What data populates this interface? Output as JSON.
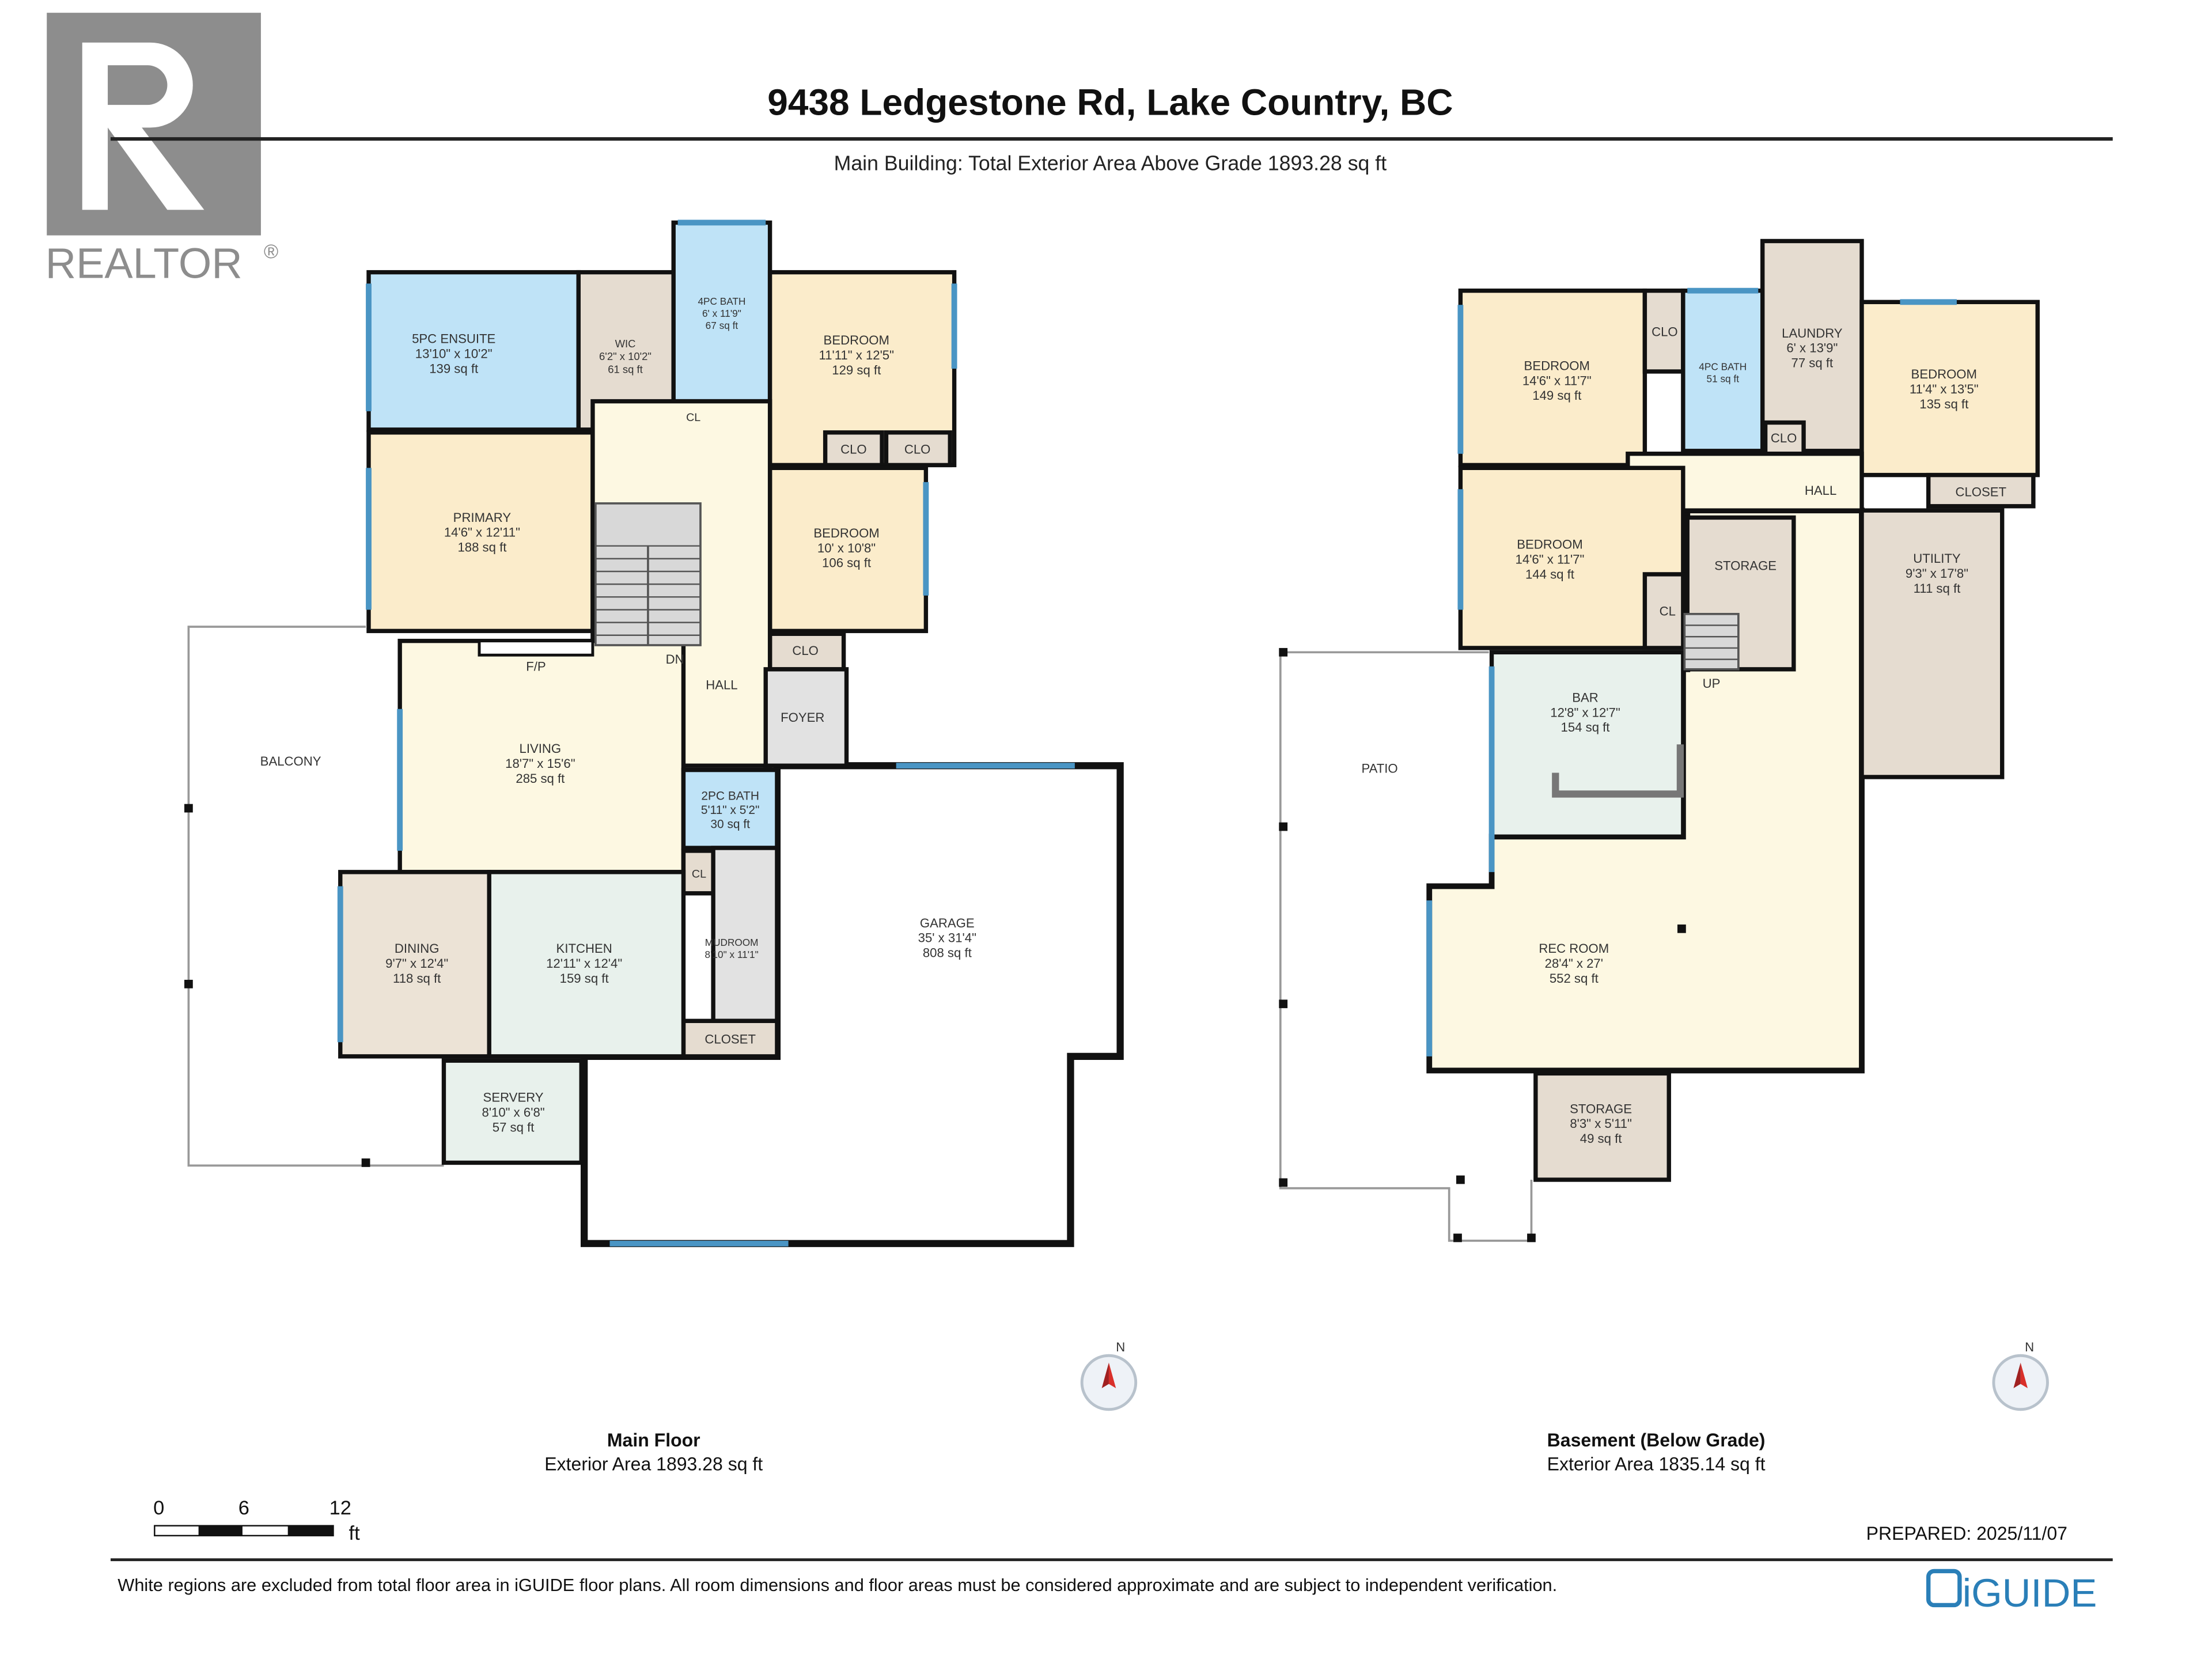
{
  "header": {
    "title": "9438 Ledgestone Rd, Lake Country, BC",
    "subtitle": "Main Building: Total Exterior Area Above Grade 1893.28 sq ft"
  },
  "logo": {
    "text": "REALTOR",
    "mark": "®"
  },
  "colors": {
    "wall": "#111111",
    "window": "#4a95c4",
    "bath": "#bfe3f7",
    "bedroom": "#fbeccb",
    "closet": "#e5dcd0",
    "hall": "#fdf8e2",
    "kitchen": "#e8f1ec",
    "foyer": "#e2e2e2",
    "dining": "#ece3d6",
    "title_rule": "#222222",
    "compass_needle": "#d9302a",
    "brand": "#2a7fb8"
  },
  "main_floor": {
    "label": "Main Floor",
    "area": "Exterior Area 1893.28 sq ft",
    "rooms": [
      {
        "name": "5PC ENSUITE",
        "dims": "13'10\" x 10'2\"",
        "area": "139 sq ft"
      },
      {
        "name": "WIC",
        "dims": "6'2\" x 10'2\"",
        "area": "61 sq ft"
      },
      {
        "name": "4PC BATH",
        "dims": "6' x 11'9\"",
        "area": "67 sq ft"
      },
      {
        "name": "BEDROOM",
        "dims": "11'11\" x 12'5\"",
        "area": "129 sq ft"
      },
      {
        "name": "CLO",
        "dims": "",
        "area": ""
      },
      {
        "name": "CLO",
        "dims": "",
        "area": ""
      },
      {
        "name": "CL",
        "dims": "",
        "area": ""
      },
      {
        "name": "PRIMARY",
        "dims": "14'6\" x 12'11\"",
        "area": "188 sq ft"
      },
      {
        "name": "BEDROOM",
        "dims": "10' x 10'8\"",
        "area": "106 sq ft"
      },
      {
        "name": "CLO",
        "dims": "",
        "area": ""
      },
      {
        "name": "HALL",
        "dims": "",
        "area": ""
      },
      {
        "name": "FOYER",
        "dims": "",
        "area": ""
      },
      {
        "name": "LIVING",
        "dims": "18'7\" x 15'6\"",
        "area": "285 sq ft"
      },
      {
        "name": "2PC BATH",
        "dims": "5'11\" x 5'2\"",
        "area": "30 sq ft"
      },
      {
        "name": "CL",
        "dims": "",
        "area": ""
      },
      {
        "name": "MUDROOM",
        "dims": "8'10\" x 11'1\"",
        "area": ""
      },
      {
        "name": "CLOSET",
        "dims": "",
        "area": ""
      },
      {
        "name": "DINING",
        "dims": "9'7\" x 12'4\"",
        "area": "118 sq ft"
      },
      {
        "name": "KITCHEN",
        "dims": "12'11\" x 12'4\"",
        "area": "159 sq ft"
      },
      {
        "name": "SERVERY",
        "dims": "8'10\" x 6'8\"",
        "area": "57 sq ft"
      },
      {
        "name": "GARAGE",
        "dims": "35' x 31'4\"",
        "area": "808 sq ft"
      },
      {
        "name": "BALCONY",
        "dims": "",
        "area": ""
      }
    ],
    "annotations": {
      "fireplace": "F/P",
      "stairs": "DN"
    }
  },
  "basement": {
    "label": "Basement (Below Grade)",
    "area": "Exterior Area 1835.14 sq ft",
    "rooms": [
      {
        "name": "BEDROOM",
        "dims": "14'6\" x 11'7\"",
        "area": "149 sq ft"
      },
      {
        "name": "CLO",
        "dims": "",
        "area": ""
      },
      {
        "name": "4PC BATH",
        "dims": "",
        "area": "51 sq ft"
      },
      {
        "name": "LAUNDRY",
        "dims": "6' x 13'9\"",
        "area": "77 sq ft"
      },
      {
        "name": "CLO",
        "dims": "",
        "area": ""
      },
      {
        "name": "BEDROOM",
        "dims": "11'4\" x 13'5\"",
        "area": "135 sq ft"
      },
      {
        "name": "CLOSET",
        "dims": "",
        "area": ""
      },
      {
        "name": "HALL",
        "dims": "",
        "area": ""
      },
      {
        "name": "BEDROOM",
        "dims": "14'6\" x 11'7\"",
        "area": "144 sq ft"
      },
      {
        "name": "CL",
        "dims": "",
        "area": ""
      },
      {
        "name": "STORAGE",
        "dims": "",
        "area": ""
      },
      {
        "name": "UTILITY",
        "dims": "9'3\" x 17'8\"",
        "area": "111 sq ft"
      },
      {
        "name": "BAR",
        "dims": "12'8\" x 12'7\"",
        "area": "154 sq ft"
      },
      {
        "name": "REC ROOM",
        "dims": "28'4\" x 27'",
        "area": "552 sq ft"
      },
      {
        "name": "STORAGE",
        "dims": "8'3\" x 5'11\"",
        "area": "49 sq ft"
      },
      {
        "name": "PATIO",
        "dims": "",
        "area": ""
      }
    ],
    "annotations": {
      "stairs": "UP"
    }
  },
  "compass": {
    "north_label": "N"
  },
  "scale_bar": {
    "ticks": [
      "0",
      "6",
      "12"
    ],
    "unit": "ft"
  },
  "prepared": "PREPARED: 2025/11/07",
  "footer": {
    "disclaimer": "White regions are excluded from total floor area in iGUIDE floor plans. All room dimensions and floor areas must be considered approximate and are subject to independent verification.",
    "brand": "iGUIDE"
  }
}
